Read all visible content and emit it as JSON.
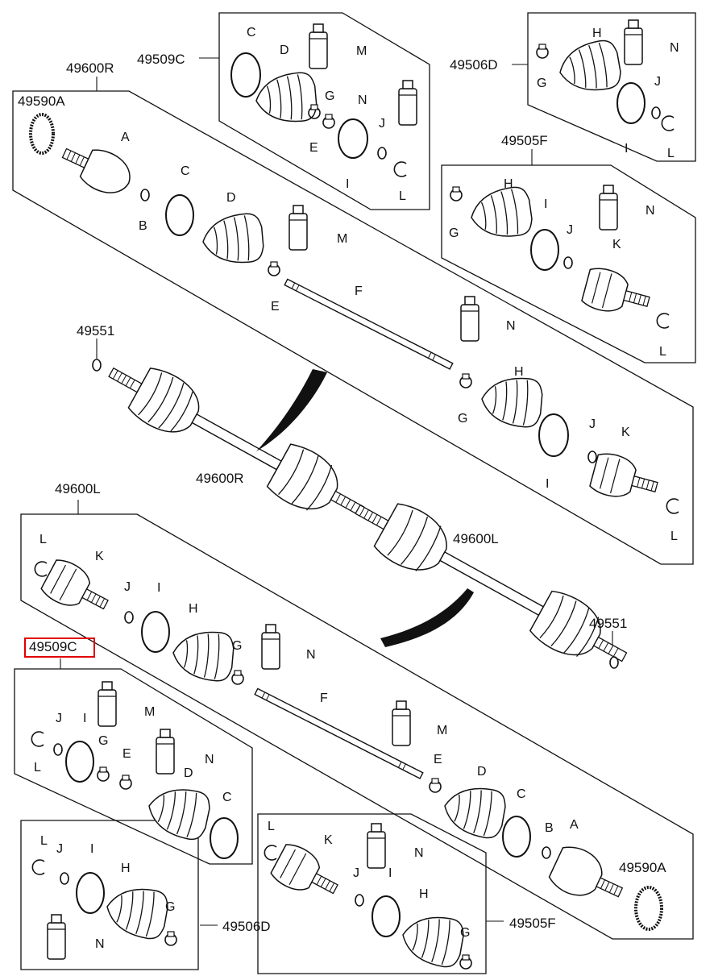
{
  "labels": {
    "r49509C_top": "49509C",
    "r49600R_top": "49600R",
    "r49590A_top": "49590A",
    "r49506D_top": "49506D",
    "r49505F_top": "49505F",
    "r49551_top": "49551",
    "r49600R_mid": "49600R",
    "r49600L_left": "49600L",
    "r49600L_mid": "49600L",
    "r49551_mid": "49551",
    "r49509C_bottom": "49509C",
    "r49590A_bottom": "49590A",
    "r49506D_bottom": "49506D",
    "r49505F_bottom": "49505F"
  },
  "letters": [
    "A",
    "B",
    "C",
    "D",
    "E",
    "F",
    "G",
    "H",
    "I",
    "J",
    "K",
    "L",
    "M",
    "N"
  ],
  "highlight": {
    "label": "49509C",
    "color": "#e00000"
  }
}
